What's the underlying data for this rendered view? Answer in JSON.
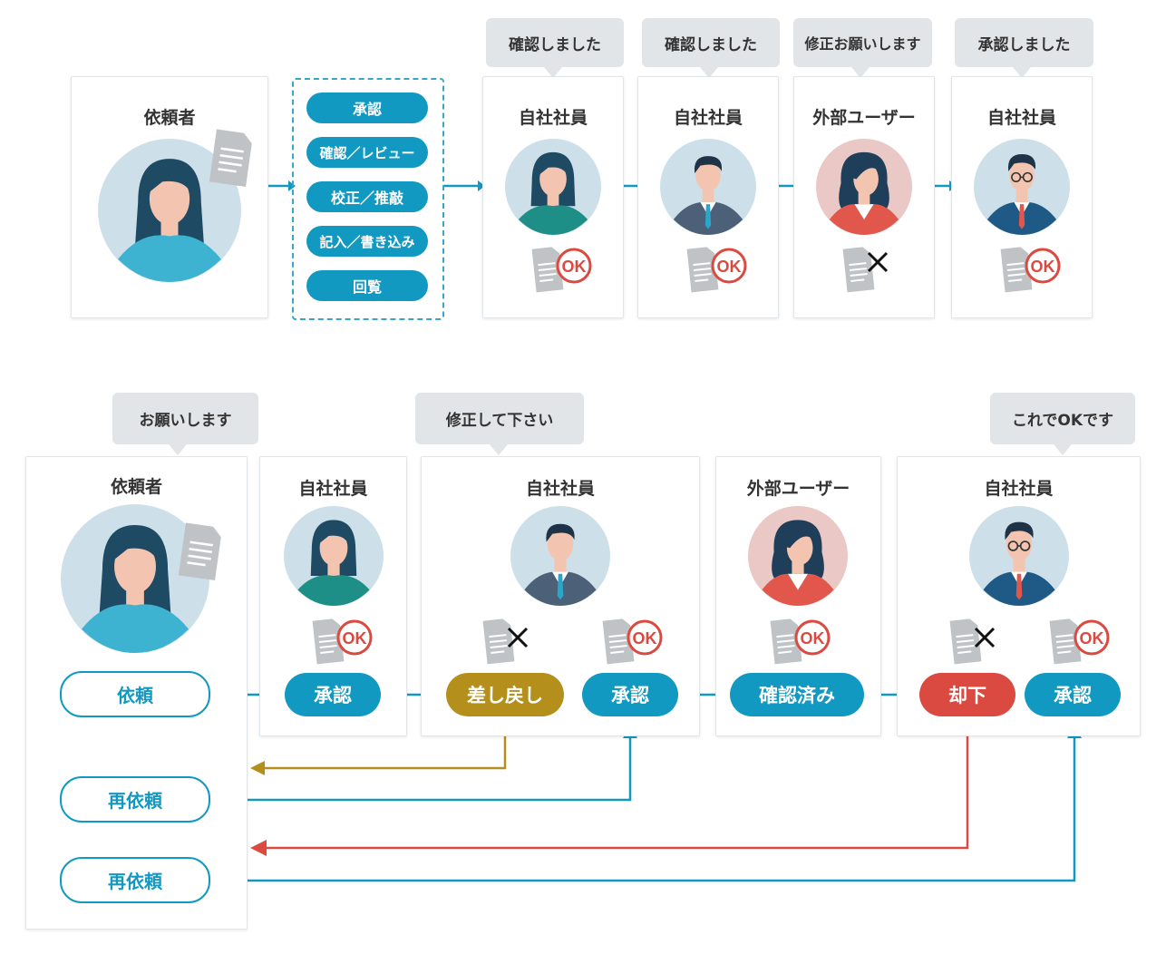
{
  "top": {
    "requester": {
      "title": "依頼者"
    },
    "options": [
      "承認",
      "確認／レビュー",
      "校正／推敲",
      "記入／書き込み",
      "回覧"
    ],
    "steps": [
      {
        "title": "自社社員",
        "bubble": "確認しました",
        "result": "ok",
        "person": "woman-teal"
      },
      {
        "title": "自社社員",
        "bubble": "確認しました",
        "result": "ok",
        "person": "man-suit"
      },
      {
        "title": "外部ユーザー",
        "bubble": "修正お願いします",
        "result": "x",
        "person": "woman-red"
      },
      {
        "title": "自社社員",
        "bubble": "承認しました",
        "result": "ok",
        "person": "man-glasses"
      }
    ]
  },
  "bottom": {
    "requester": {
      "title": "依頼者",
      "bubble": "お願いします"
    },
    "buttons": {
      "request": "依頼",
      "rerequest1": "再依頼",
      "rerequest2": "再依頼"
    },
    "steps": [
      {
        "title": "自社社員",
        "actions": [
          "承認"
        ]
      },
      {
        "title": "自社社員",
        "bubble": "修正して下さい",
        "actions": [
          "差し戻し",
          "承認"
        ]
      },
      {
        "title": "外部ユーザー",
        "actions": [
          "確認済み"
        ]
      },
      {
        "title": "自社社員",
        "bubble": "これでOKです",
        "actions": [
          "却下",
          "承認"
        ]
      }
    ]
  },
  "ok_label": "OK",
  "colors": {
    "flow": "#1199c2",
    "return": "#b58f1b",
    "reject": "#db4a41",
    "bubble": "#e2e5e7"
  }
}
